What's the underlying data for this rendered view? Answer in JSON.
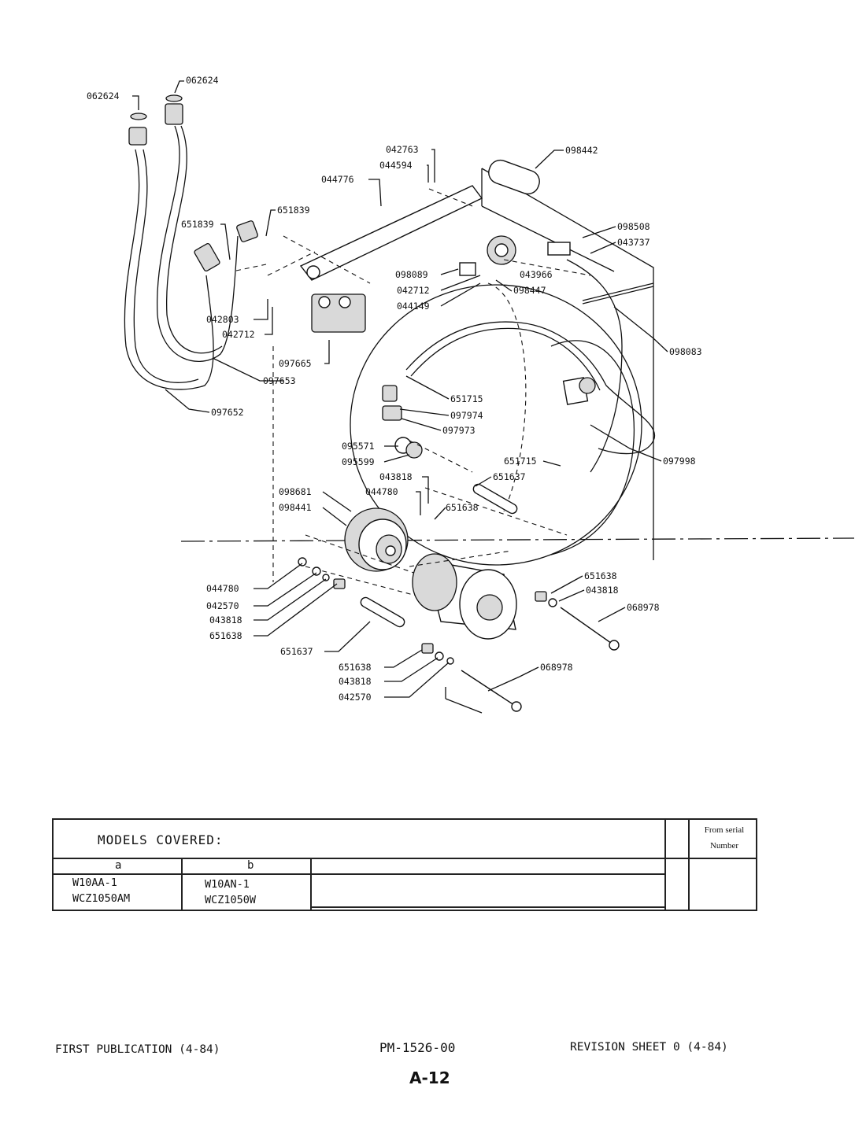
{
  "diagram": {
    "part_labels": [
      "062624",
      "062624",
      "042763",
      "044594",
      "098442",
      "044776",
      "651839",
      "651839",
      "098508",
      "043737",
      "098089",
      "042712",
      "043966",
      "098447",
      "044149",
      "042803",
      "042712",
      "098083",
      "097665",
      "097653",
      "651715",
      "097652",
      "097974",
      "097973",
      "095571",
      "095599",
      "651715",
      "097998",
      "043818",
      "651637",
      "098681",
      "044780",
      "098441",
      "651638",
      "651638",
      "043818",
      "068978",
      "044780",
      "042570",
      "043818",
      "651638",
      "651637",
      "651638",
      "043818",
      "068978",
      "042570"
    ]
  },
  "models": {
    "title": "MODELS COVERED:",
    "serial_header_line1": "From serial",
    "serial_header_line2": "Number",
    "columns": [
      {
        "header": "a",
        "models": [
          "W10AA-1",
          "WCZ1050AM"
        ]
      },
      {
        "header": "b",
        "models": [
          "W10AN-1",
          "WCZ1050W"
        ]
      }
    ]
  },
  "footer": {
    "first_publication": "FIRST PUBLICATION (4-84)",
    "doc_number": "PM-1526-00",
    "revision": "REVISION SHEET 0 (4-84)",
    "page": "A-12"
  }
}
